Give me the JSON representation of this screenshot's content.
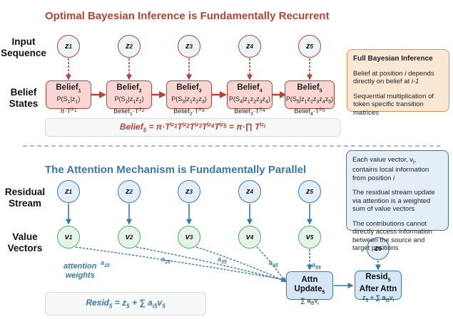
{
  "top": {
    "title": "Optimal Bayesian Inference is Fundamentally Recurrent",
    "row_labels": {
      "input_line1": "Input",
      "input_line2": "Sequence",
      "belief_line1": "Belief",
      "belief_line2": "States"
    },
    "inputs": [
      {
        "var": "z",
        "sub": "1"
      },
      {
        "var": "z",
        "sub": "2"
      },
      {
        "var": "z",
        "sub": "3"
      },
      {
        "var": "z",
        "sub": "4"
      },
      {
        "var": "z",
        "sub": "5"
      }
    ],
    "beliefs": [
      {
        "name": "Belief",
        "sub": "1",
        "prob_html": "P(S<sub>1</sub>|z<sub>1</sub>)",
        "update_html": "π·T<sup>|z<sub>1</sub></sup>"
      },
      {
        "name": "Belief",
        "sub": "2",
        "prob_html": "P(S<sub>2</sub>|z<sub>1</sub>z<sub>2</sub>)",
        "update_html": "Belief<sub>1</sub>·T<sup>|z<sub>2</sub></sup>"
      },
      {
        "name": "Belief",
        "sub": "3",
        "prob_html": "P(S<sub>3</sub>|z<sub>1</sub>z<sub>2</sub>z<sub>3</sub>)",
        "update_html": "Belief<sub>2</sub>·T<sup>|z<sub>3</sub></sup>"
      },
      {
        "name": "Belief",
        "sub": "4",
        "prob_html": "P(S<sub>4</sub>|z<sub>1</sub>z<sub>2</sub>z<sub>3</sub>z<sub>4</sub>)",
        "update_html": "Belief<sub>3</sub>·T<sup>|z<sub>4</sub></sup>"
      },
      {
        "name": "Belief",
        "sub": "5",
        "prob_html": "P(S<sub>5</sub>|z<sub>1</sub>z<sub>2</sub>z<sub>3</sub>z<sub>4</sub>z<sub>5</sub>)",
        "update_html": "Belief<sub>4</sub>·T<sup>|z<sub>5</sub></sup>"
      }
    ],
    "formula_html": "Belief<sub>5</sub> = π·T<sup>|z<sub>1</sub></sup>T<sup>|z<sub>2</sub></sup>T<sup>|z<sub>3</sub></sup>T<sup>|z<sub>4</sub></sup>T<sup>|z<sub>5</sub></sup> = π·∏ T<sup>|z<sub>i</sub></sup>",
    "note": {
      "heading": "Full Bayesian Inference",
      "p1_html": "Belief at position <i>i</i> depends directly on belief at <i>i-1</i>",
      "p2": "Sequential multiplication of token specific transition matrices"
    }
  },
  "bottom": {
    "title": "The Attention Mechanism is Fundamentally Parallel",
    "row_labels": {
      "residual_line1": "Residual",
      "residual_line2": "Stream",
      "value_line1": "Value",
      "value_line2": "Vectors"
    },
    "residuals": [
      {
        "var": "z",
        "sub": "1"
      },
      {
        "var": "z",
        "sub": "2"
      },
      {
        "var": "z",
        "sub": "3"
      },
      {
        "var": "z",
        "sub": "4"
      },
      {
        "var": "z",
        "sub": "5"
      }
    ],
    "values": [
      {
        "var": "v",
        "sub": "1"
      },
      {
        "var": "v",
        "sub": "2"
      },
      {
        "var": "v",
        "sub": "3"
      },
      {
        "var": "v",
        "sub": "4"
      },
      {
        "var": "v",
        "sub": "5"
      }
    ],
    "weights": [
      {
        "var": "a",
        "sub": "15"
      },
      {
        "var": "a",
        "sub": "25"
      },
      {
        "var": "a",
        "sub": "35"
      },
      {
        "var": "a",
        "sub": "45"
      },
      {
        "var": "a",
        "sub": "55"
      }
    ],
    "attention_weights_label_line1": "attention",
    "attention_weights_label_line2": "weights",
    "attn_update": {
      "title": "Attn Update",
      "title_sub": "5",
      "formula_html": "∑ a<sub>i5</sub>v<sub>i</sub>"
    },
    "skip_input": {
      "var": "z",
      "sub": "5"
    },
    "resid_after": {
      "title_line1": "Resid",
      "title_sub": "5",
      "title_line2": "After Attn",
      "formula_html": "z<sub>5</sub> + ∑ a<sub>i5</sub>v<sub>i</sub>"
    },
    "formula_html": "Resid<sub>5</sub> = z<sub>5</sub> + ∑ a<sub>i5</sub>v<sub>5</sub>",
    "note": {
      "p1_html": "Each value vector, v<sub>i</sub>, contains local information from position <i>i</i>",
      "p2": "The residual stream update via attention is a weighted sum of value vectors",
      "p3": "The contributions cannot directly access information between the source and target positions"
    }
  },
  "colors": {
    "recurrent_accent": "#b5433a",
    "parallel_accent": "#3a78a8",
    "value_vector_green": "#4caf6e",
    "note_orange": "#d2955a"
  }
}
